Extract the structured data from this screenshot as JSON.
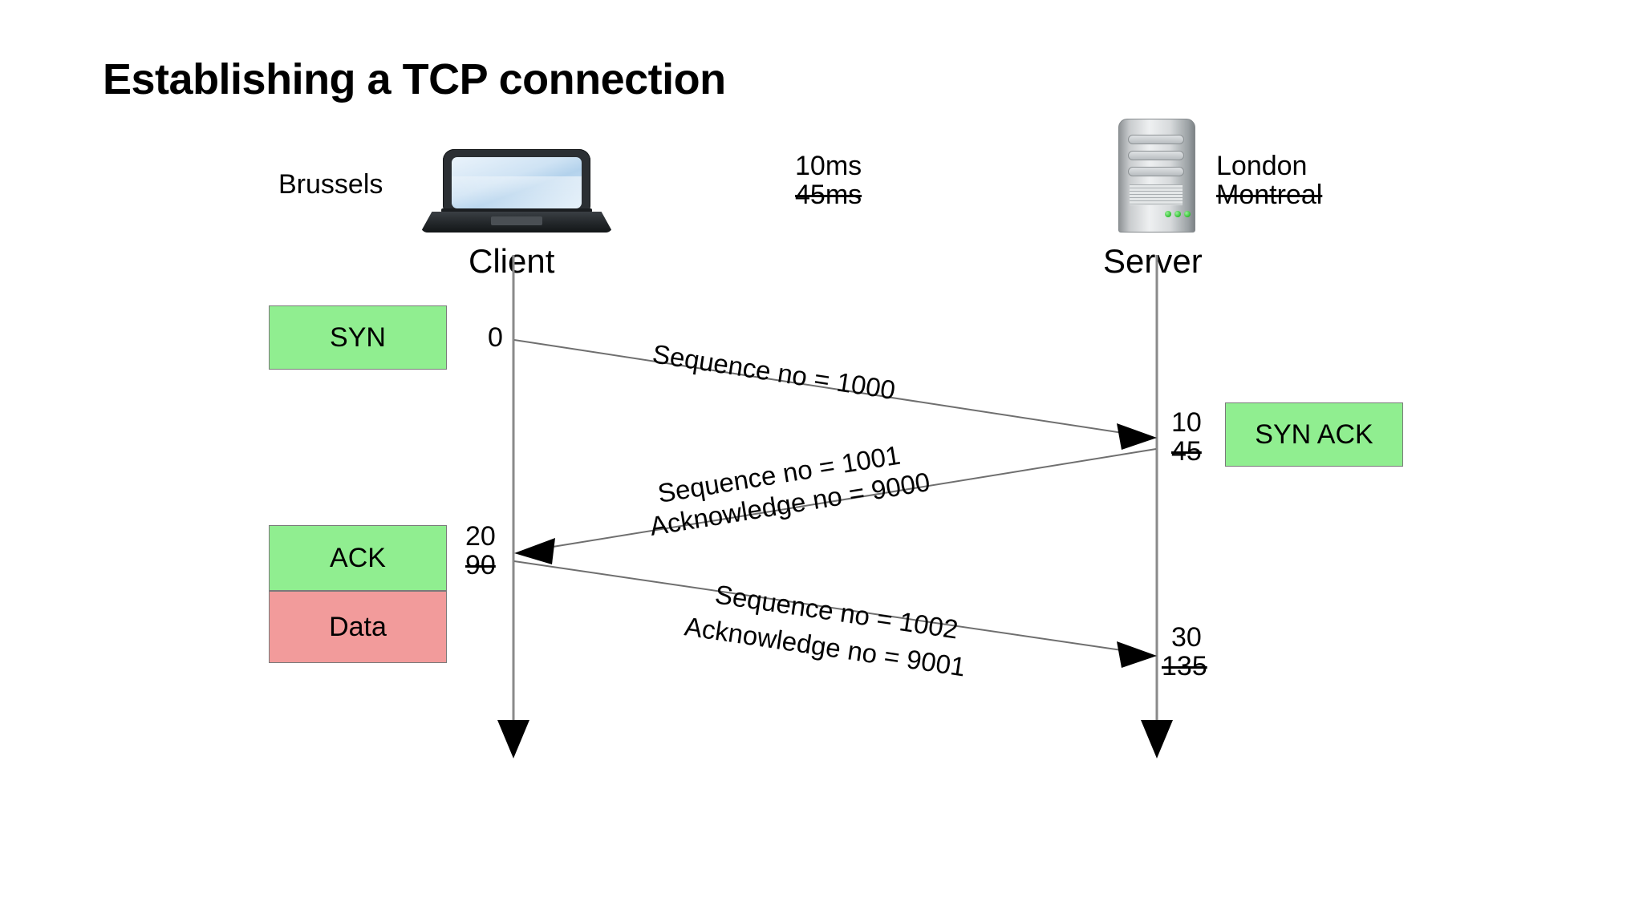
{
  "page": {
    "title": "Establishing a TCP connection",
    "background_color": "#ffffff"
  },
  "colors": {
    "green": "#90ee90",
    "red": "#f29b9b",
    "box_border": "#7a7a7a",
    "lifeline": "#8a8a8a",
    "message_line": "#6f6f6f",
    "text": "#000000"
  },
  "endpoints": {
    "client": {
      "location_label": "Brussels",
      "name": "Client",
      "icon": "laptop-icon"
    },
    "server": {
      "location_current": "London",
      "location_struck": "Montreal",
      "name": "Server",
      "icon": "server-tower-icon"
    }
  },
  "latency": {
    "current": "10ms",
    "struck": "45ms"
  },
  "legend": {
    "syn": {
      "label": "SYN",
      "color": "#90ee90"
    },
    "ack": {
      "label": "ACK",
      "color": "#90ee90"
    },
    "data": {
      "label": "Data",
      "color": "#f29b9b"
    },
    "syn_ack": {
      "label": "SYN ACK",
      "color": "#90ee90"
    }
  },
  "timestamps": {
    "client_start": "0",
    "server_syn_received": {
      "current": "10",
      "struck": "45"
    },
    "client_synack_received": {
      "current": "20",
      "struck": "90"
    },
    "server_ack_received": {
      "current": "30",
      "struck": "135"
    }
  },
  "messages": [
    {
      "id": "syn",
      "direction": "client-to-server",
      "line1": "Sequence no = 1000",
      "line2": ""
    },
    {
      "id": "syn-ack",
      "direction": "server-to-client",
      "line1": "Sequence no = 1001",
      "line2": "Acknowledge no = 9000"
    },
    {
      "id": "ack-data",
      "direction": "client-to-server",
      "line1": "Sequence no = 1002",
      "line2": "Acknowledge no = 9001"
    }
  ]
}
